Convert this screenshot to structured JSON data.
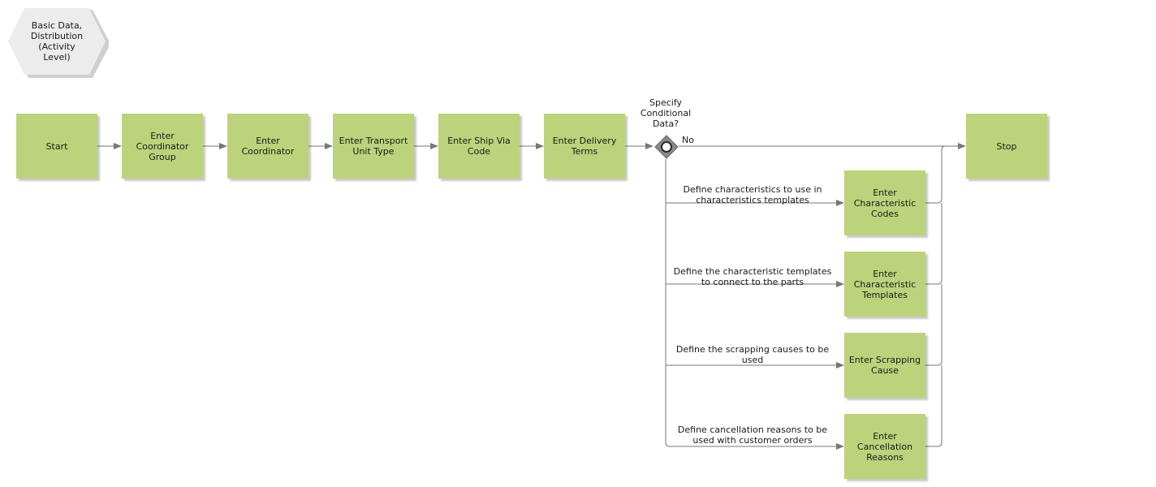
{
  "header": {
    "label": "Basic Data,\nDistribution\n(Activity\nLevel)"
  },
  "tasks": {
    "start": "Start",
    "coordinator_group": "Enter\nCoordinator\nGroup",
    "coordinator": "Enter\nCoordinator",
    "transport_unit_type": "Enter Transport\nUnit Type",
    "ship_via_code": "Enter Ship Via\nCode",
    "delivery_terms": "Enter Delivery\nTerms",
    "stop": "Stop",
    "characteristic_codes": "Enter\nCharacteristic\nCodes",
    "characteristic_templates": "Enter\nCharacteristic\nTemplates",
    "scrapping_cause": "Enter Scrapping\nCause",
    "cancellation_reasons": "Enter\nCancellation\nReasons"
  },
  "gateway": {
    "question": "Specify\nConditional\nData?"
  },
  "flows": {
    "no": "No",
    "characteristics": "Define characteristics to use in\ncharacteristics templates",
    "templates": "Define the characteristic templates\nto connect to the parts",
    "scrapping": "Define the scrapping causes to be\nused",
    "cancellation": "Define cancellation reasons to be\nused with customer orders"
  },
  "colors": {
    "task_fill": "#bcd37b",
    "header_fill": "#ececec",
    "line": "#777777",
    "gateway_fill": "#8a8a8a"
  }
}
